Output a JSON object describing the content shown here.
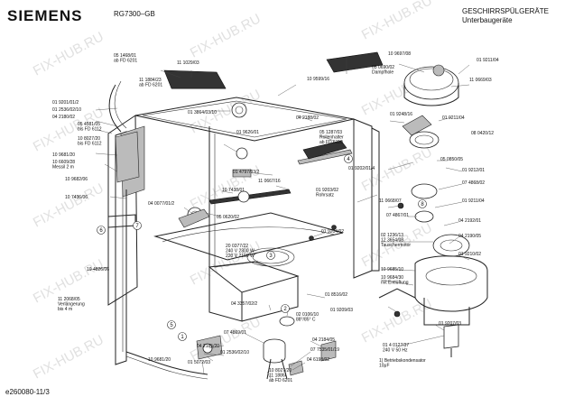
{
  "header": {
    "brand": "SIEMENS",
    "model": "RG7300–GB",
    "category_line1": "GESCHIRRSPÜLGERÄTE",
    "category_line2": "Unterbaugeräte"
  },
  "footer": {
    "doc_number": "e260080-11/3"
  },
  "watermark": "FIX-HUB.RU",
  "position_numbers": [
    "1",
    "2",
    "3",
    "4",
    "5",
    "6",
    "7",
    "8"
  ],
  "part_labels": [
    "05 1468/01\nab FD 6201",
    "11 1884/23\nab FD 6201",
    "11 1029/03",
    "05 0690/02\nDampfhole",
    "10 9697/08",
    "01 9211/04",
    "11 0669/03",
    "01 9201/01/2",
    "01 2536/02/10",
    "04 2180/02",
    "05 4581/05\nbis FD 6112",
    "10 8027/20\nbis FD 6112",
    "10 9681/20",
    "10 6609/28\nMessil 2 m",
    "10 9682/06",
    "10 7436/06",
    "01 3864/03/10",
    "10 9599/16",
    "04 2188/02",
    "01 9248/16",
    "01 9211/04",
    "08 0420/12",
    "01 9626/01",
    "05 1287/03\nRollenhalter\nab FD 6110",
    "01 4797/03/2",
    "10 7438/01",
    "11 0667/16",
    "04 0077/01/2",
    "05 0620/02",
    "01 9202/01/4",
    "05 0850/05",
    "01 9212/01",
    "07 4868/02",
    "01 9203/02\nRohrsatz",
    "11 0668/07",
    "01 9211/04",
    "07 4867/01",
    "04 2192/01",
    "20 0377/22\n240 V 2300 W\n220 V 2100 W",
    "01 9204/02",
    "02 1236/13\n12 3654/08\nTauschermotor",
    "04 2190/05",
    "01 9210/02",
    "10 4826/06",
    "10 9685/10",
    "10 9684/30\nmit Entlüftung",
    "01 8516/02",
    "11 2068/05\nVerlängerung\nbis 4 m",
    "04 3357/02/2",
    "02 0106/10\n88°/85° C",
    "01 9209/03",
    "07 4869/01",
    "04 2184/05",
    "07 7535/01/19",
    "04 6198/02",
    "01 9207/03",
    "04 2185/20",
    "01 2536/02/10",
    "01 5072/03",
    "10 9681/20",
    "10 8027/20\n11 1886/\nab FD 6201",
    "01 4 0127/37\n240 V 50 Hz",
    "1) Betriebskondensator\n10μF"
  ]
}
